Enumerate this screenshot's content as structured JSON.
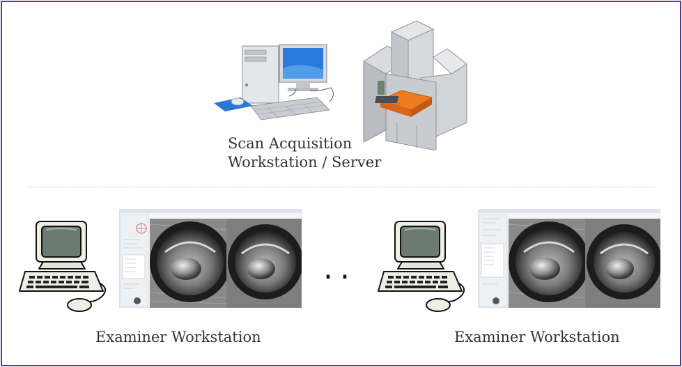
{
  "scan": {
    "caption_line1": "Scan Acquisition",
    "caption_line2": "Workstation / Server"
  },
  "examiners": [
    {
      "caption": "Examiner Workstation"
    },
    {
      "caption": "Examiner Workstation"
    }
  ],
  "ellipsis": "..",
  "colors": {
    "frame_border": "#5b3a8c",
    "divider": "#c8c8c8",
    "scanner_accent": "#ef7b20",
    "monitor_screen": "#2a7bdc"
  },
  "icons": [
    "desktop-computer-icon",
    "scanner-machine-icon",
    "retro-computer-icon",
    "comparison-software-screenshot"
  ]
}
